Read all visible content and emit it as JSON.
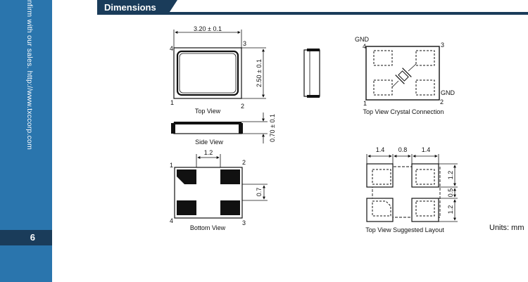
{
  "sidebar": {
    "rotated_text": "nfirm with our sales. http://www.txccorp.com",
    "page_number": "6"
  },
  "header": {
    "title": "Dimensions"
  },
  "drawings": {
    "top_view": {
      "caption": "Top View",
      "width_dim": "3.20 ± 0.1",
      "height_dim": "2.50 ± 0.1",
      "pins": [
        "1",
        "2",
        "3",
        "4"
      ]
    },
    "side_view": {
      "caption": "Side View",
      "thickness_dim": "0.70 ± 0.1"
    },
    "crystal_connection": {
      "caption": "Top View Crystal Connection",
      "gnd_top": "GND",
      "gnd_bottom": "GND",
      "pins": [
        "1",
        "2",
        "3",
        "4"
      ]
    },
    "bottom_view": {
      "caption": "Bottom View",
      "pad_spacing": "1.2",
      "pad_height": "0.7",
      "pins": [
        "1",
        "2",
        "3",
        "4"
      ]
    },
    "suggested_layout": {
      "caption": "Top View Suggested Layout",
      "top_dims": [
        "1.4",
        "0.8",
        "1.4"
      ],
      "right_dims": [
        "1.2",
        "0.5",
        "1.2"
      ]
    }
  },
  "units": "Units: mm",
  "colors": {
    "sidebar": "#2a75ad",
    "dark_navy": "#1a3c5a"
  }
}
